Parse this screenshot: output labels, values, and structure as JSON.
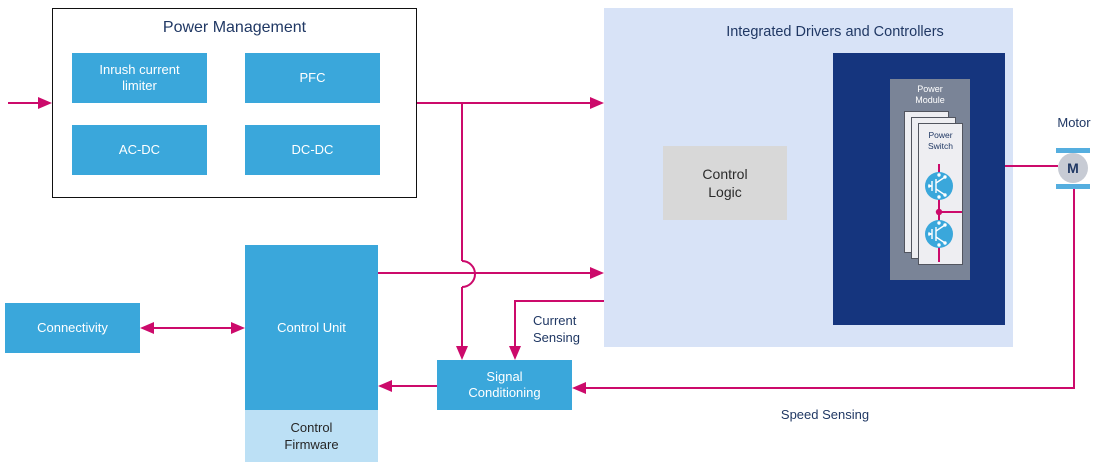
{
  "colors": {
    "block_blue": "#3AA7DB",
    "panel_light_blue": "#D8E3F7",
    "power_stage_navy": "#15357E",
    "arrow_magenta": "#CC0A6B",
    "control_logic_gray": "#D8D8D8",
    "power_module_gray": "#7A8497",
    "firmware_light_blue": "#BCE0F5",
    "title_navy": "#203864",
    "motor_gray": "#C7CBD4"
  },
  "power_management": {
    "title": "Power Management",
    "blocks": [
      {
        "label": "Inrush current limiter"
      },
      {
        "label": "PFC"
      },
      {
        "label": "AC-DC"
      },
      {
        "label": "DC-DC"
      }
    ]
  },
  "drivers_panel": {
    "title": "Integrated Drivers and Controllers",
    "control_logic_label": "Control Logic",
    "power_module_label": "Power Module",
    "power_switch_label": "Power Switch"
  },
  "motor": {
    "label": "Motor",
    "symbol": "M"
  },
  "connectivity": {
    "label": "Connectivity"
  },
  "control_unit": {
    "label": "Control Unit"
  },
  "control_firmware": {
    "label": "Control Firmware"
  },
  "signal_conditioning": {
    "label": "Signal Conditioning"
  },
  "annotations": {
    "current_sensing": "Current Sensing",
    "speed_sensing": "Speed Sensing"
  }
}
